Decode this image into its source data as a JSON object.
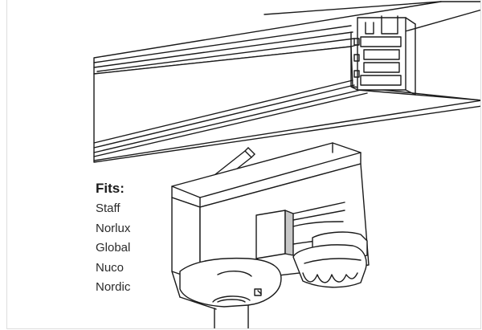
{
  "fits": {
    "title": "Fits:",
    "brands": [
      "Staff",
      "Norlux",
      "Global",
      "Nuco",
      "Nordic"
    ]
  },
  "colors": {
    "line": "#1a1a1a",
    "shade": "#c8c8c8",
    "border": "#dedede"
  },
  "illustration": {
    "subject": "track-rail-adapter-drawing"
  }
}
